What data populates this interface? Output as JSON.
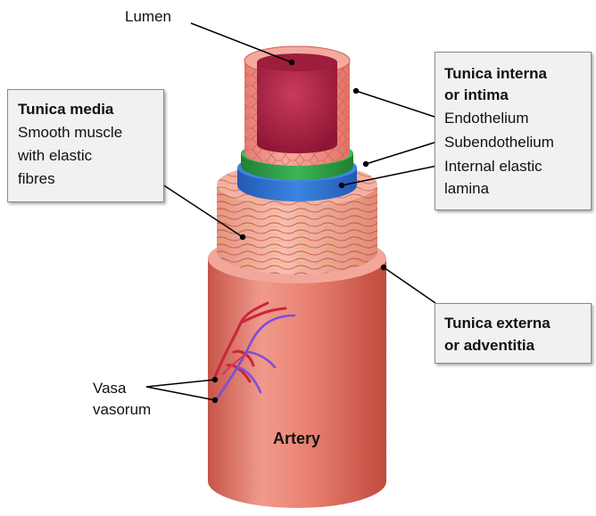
{
  "labels": {
    "lumen": "Lumen",
    "tunica_interna": {
      "title_line1": "Tunica interna",
      "title_line2": "or intima",
      "item1": "Endothelium",
      "item2": "Subendothelium",
      "item3_line1": "Internal elastic",
      "item3_line2": "lamina"
    },
    "tunica_media": {
      "title": "Tunica media",
      "line1": "Smooth muscle",
      "line2": "with elastic",
      "line3": "fibres"
    },
    "tunica_externa": {
      "title_line1": "Tunica externa",
      "title_line2": "or adventitia"
    },
    "vasa_vasorum": {
      "line1": "Vasa",
      "line2": "vasorum"
    },
    "artery": "Artery"
  },
  "colors": {
    "lumen": "#b2264a",
    "endothelium": "#f08f86",
    "subendothelium": "#2e9e46",
    "internal_elastic_lamina": "#2f6fcf",
    "tunica_media": "#f2a898",
    "tunica_externa": "#e8786a",
    "vein": "#7a4fd8",
    "artery_vessel": "#c8263a",
    "box_fill": "#f1f1f1"
  }
}
